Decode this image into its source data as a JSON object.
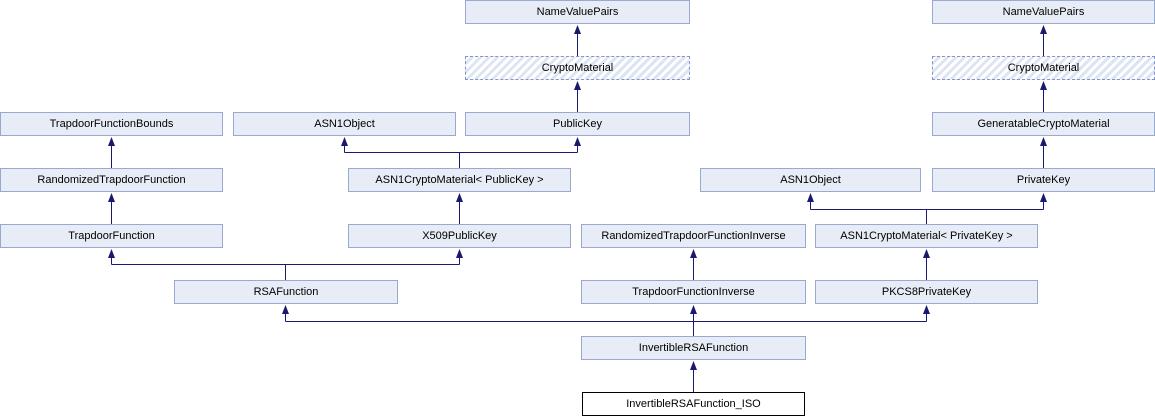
{
  "diagram_type": "class-inheritance-graph",
  "colors": {
    "node_fill": "#e8ecf6",
    "node_border": "#9aa9d0",
    "edge_color": "#191970",
    "current_fill": "#ffffff",
    "current_border": "#000000",
    "hatch_stripe": "#dde4f2",
    "hatch_border": "#8294c8",
    "text_color": "#000000"
  },
  "nodes": [
    {
      "id": "namevaluepairs-center",
      "label": "NameValuePairs",
      "style": "solid"
    },
    {
      "id": "cryptomaterial-center",
      "label": "CryptoMaterial",
      "style": "hatched"
    },
    {
      "id": "trapdoorfunctionbounds",
      "label": "TrapdoorFunctionBounds",
      "style": "solid"
    },
    {
      "id": "asn1object-left",
      "label": "ASN1Object",
      "style": "solid"
    },
    {
      "id": "publickey",
      "label": "PublicKey",
      "style": "solid"
    },
    {
      "id": "generatablecryptomaterial",
      "label": "GeneratableCryptoMaterial",
      "style": "solid"
    },
    {
      "id": "randomizedtrapdoorfunction",
      "label": "RandomizedTrapdoorFunction",
      "style": "solid"
    },
    {
      "id": "asn1cryptomaterial-publickey",
      "label": "ASN1CryptoMaterial< PublicKey >",
      "style": "solid"
    },
    {
      "id": "asn1object-right",
      "label": "ASN1Object",
      "style": "solid"
    },
    {
      "id": "privatekey",
      "label": "PrivateKey",
      "style": "solid"
    },
    {
      "id": "trapdoorfunction",
      "label": "TrapdoorFunction",
      "style": "solid"
    },
    {
      "id": "x509publickey",
      "label": "X509PublicKey",
      "style": "solid"
    },
    {
      "id": "randomizedtrapdoorfunctioninverse",
      "label": "RandomizedTrapdoorFunctionInverse",
      "style": "solid"
    },
    {
      "id": "asn1cryptomaterial-privatekey",
      "label": "ASN1CryptoMaterial< PrivateKey >",
      "style": "solid"
    },
    {
      "id": "rsafunction",
      "label": "RSAFunction",
      "style": "solid"
    },
    {
      "id": "trapdoorfunctioninverse",
      "label": "TrapdoorFunctionInverse",
      "style": "solid"
    },
    {
      "id": "pkcs8privatekey",
      "label": "PKCS8PrivateKey",
      "style": "solid"
    },
    {
      "id": "namevaluepairs-right",
      "label": "NameValuePairs",
      "style": "solid"
    },
    {
      "id": "cryptomaterial-right",
      "label": "CryptoMaterial",
      "style": "hatched"
    },
    {
      "id": "invertiblersafunction",
      "label": "InvertibleRSAFunction",
      "style": "solid"
    },
    {
      "id": "invertiblersafunction-iso",
      "label": "InvertibleRSAFunction_ISO",
      "style": "current"
    }
  ],
  "edges": [
    {
      "from": "cryptomaterial-center",
      "to": "namevaluepairs-center"
    },
    {
      "from": "publickey",
      "to": "cryptomaterial-center"
    },
    {
      "from": "asn1cryptomaterial-publickey",
      "to": "asn1object-left"
    },
    {
      "from": "asn1cryptomaterial-publickey",
      "to": "publickey"
    },
    {
      "from": "x509publickey",
      "to": "asn1cryptomaterial-publickey"
    },
    {
      "from": "randomizedtrapdoorfunction",
      "to": "trapdoorfunctionbounds"
    },
    {
      "from": "trapdoorfunction",
      "to": "randomizedtrapdoorfunction"
    },
    {
      "from": "rsafunction",
      "to": "trapdoorfunction"
    },
    {
      "from": "rsafunction",
      "to": "x509publickey"
    },
    {
      "from": "cryptomaterial-right",
      "to": "namevaluepairs-right"
    },
    {
      "from": "generatablecryptomaterial",
      "to": "cryptomaterial-right"
    },
    {
      "from": "privatekey",
      "to": "generatablecryptomaterial"
    },
    {
      "from": "asn1cryptomaterial-privatekey",
      "to": "asn1object-right"
    },
    {
      "from": "asn1cryptomaterial-privatekey",
      "to": "privatekey"
    },
    {
      "from": "trapdoorfunctioninverse",
      "to": "randomizedtrapdoorfunctioninverse"
    },
    {
      "from": "pkcs8privatekey",
      "to": "asn1cryptomaterial-privatekey"
    },
    {
      "from": "invertiblersafunction",
      "to": "rsafunction"
    },
    {
      "from": "invertiblersafunction",
      "to": "trapdoorfunctioninverse"
    },
    {
      "from": "invertiblersafunction",
      "to": "pkcs8privatekey"
    },
    {
      "from": "invertiblersafunction-iso",
      "to": "invertiblersafunction"
    }
  ]
}
